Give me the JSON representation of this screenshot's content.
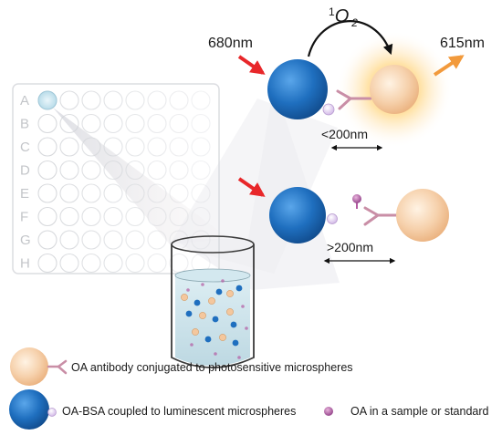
{
  "labels": {
    "singlet_oxygen": "1O2",
    "excitation": "680nm",
    "emission": "615nm",
    "near_distance": "<200nm",
    "far_distance": ">200nm"
  },
  "plate": {
    "rows": [
      "A",
      "B",
      "C",
      "D",
      "E",
      "F",
      "G",
      "H"
    ]
  },
  "legend": {
    "photosensitive": "OA antibody conjugated to photosensitive microspheres",
    "luminescent": "OA-BSA coupled to luminescent microspheres",
    "oa": "OA in a sample or standard"
  },
  "colors": {
    "blue_sphere": "#1f6fbf",
    "orange_sphere": "#f4c79d",
    "glow": "#ffd36b",
    "red_arrow": "#e8272a",
    "orange_arrow": "#f29a3c",
    "antibody": "#c98ea6",
    "oa_molecule": "#b35aa2"
  }
}
